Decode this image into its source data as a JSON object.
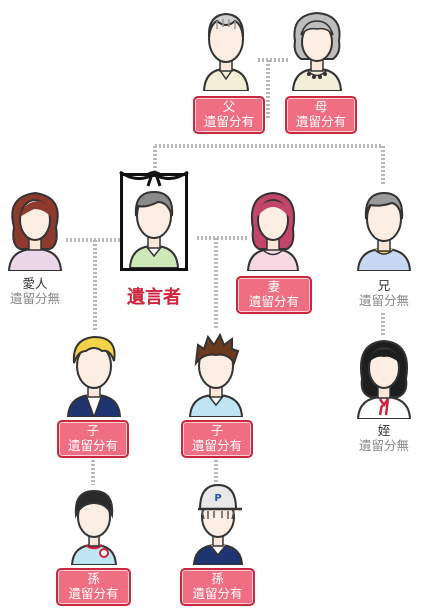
{
  "deceased": {
    "label": "遺言者"
  },
  "father": {
    "relation": "父",
    "status": "遺留分有"
  },
  "mother": {
    "relation": "母",
    "status": "遺留分有"
  },
  "lover": {
    "relation": "愛人",
    "status": "遺留分無"
  },
  "wife": {
    "relation": "妻",
    "status": "遺留分有"
  },
  "brother": {
    "relation": "兄",
    "status": "遺留分無"
  },
  "nephew": {
    "relation": "姪",
    "status": "遺留分無"
  },
  "child1": {
    "relation": "子",
    "status": "遺留分有"
  },
  "child2": {
    "relation": "子",
    "status": "遺留分有"
  },
  "grandchild1": {
    "relation": "孫",
    "status": "遺留分有"
  },
  "grandchild2": {
    "relation": "孫",
    "status": "遺留分有"
  },
  "colors": {
    "badge_fill": "#f06e82",
    "badge_border": "#c9283e",
    "deceased_text": "#d2233c",
    "connector": "#b4b4b4"
  }
}
